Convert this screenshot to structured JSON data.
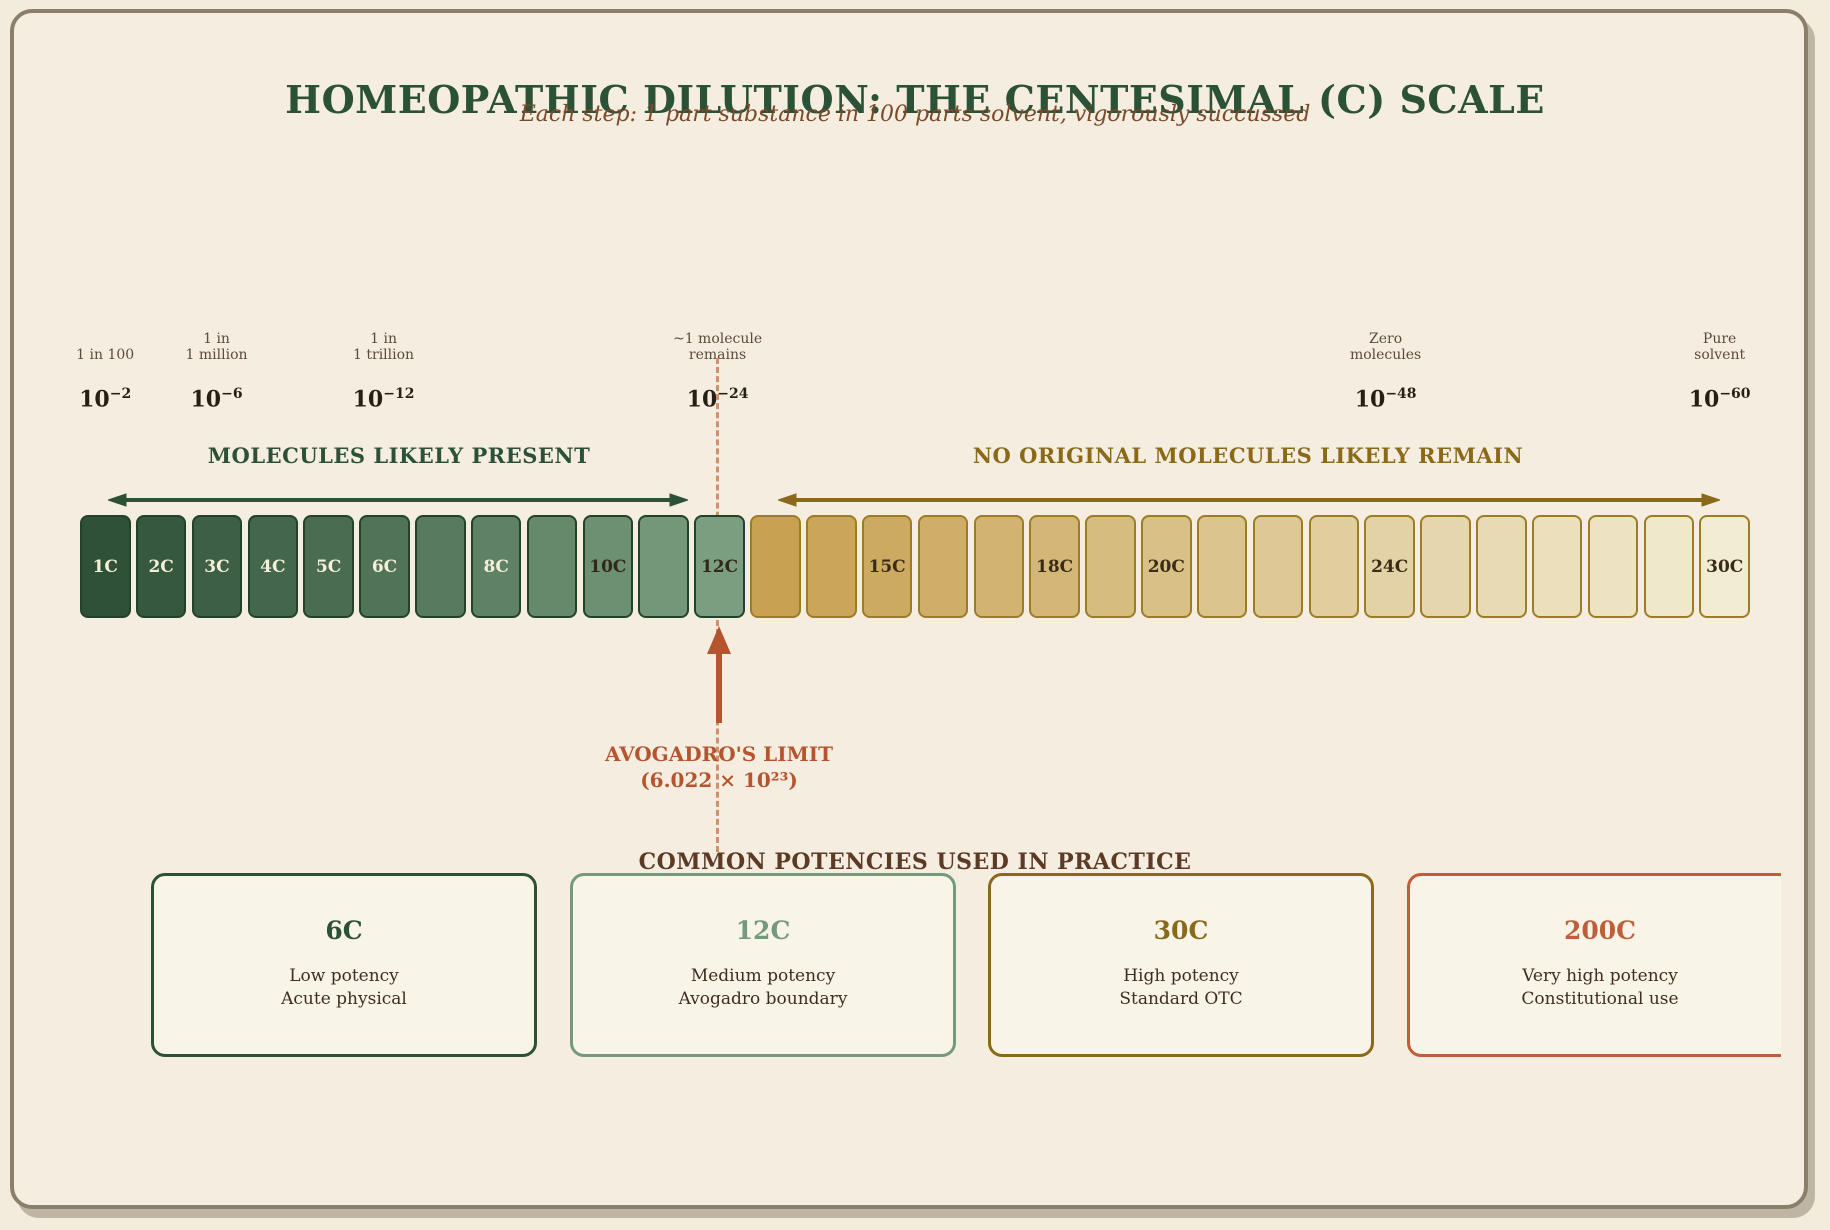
{
  "page": {
    "title": "HOMEOPATHIC DILUTION: THE CENTESIMAL (C) SCALE",
    "subtitle": "Each step: 1 part substance in 100 parts solvent, vigorously succussed"
  },
  "milestones": [
    {
      "box_index": 0,
      "lines": [
        "1 in 100"
      ],
      "base": "10",
      "exp": "−2"
    },
    {
      "box_index": 2,
      "lines": [
        "1 in",
        "1 million"
      ],
      "base": "10",
      "exp": "−6"
    },
    {
      "box_index": 5,
      "lines": [
        "1 in",
        "1 trillion"
      ],
      "base": "10",
      "exp": "−12"
    },
    {
      "box_index": 11,
      "lines": [
        "~1 molecule",
        "remains"
      ],
      "base": "10",
      "exp": "−24"
    },
    {
      "box_index": 23,
      "lines": [
        "Zero",
        "molecules"
      ],
      "base": "10",
      "exp": "−48"
    },
    {
      "box_index": 29,
      "lines": [
        "Pure",
        "solvent"
      ],
      "base": "10",
      "exp": "−60"
    }
  ],
  "regions": {
    "left": {
      "label": "MOLECULES LIKELY PRESENT",
      "color": "#2d5138"
    },
    "right": {
      "label": "NO ORIGINAL MOLECULES LIKELY REMAIN",
      "color": "#8a6a1a"
    }
  },
  "scale": {
    "boxes": [
      {
        "label": "1C",
        "bg": "#2e5138",
        "border": "#23422c",
        "text": "#f4eeda"
      },
      {
        "label": "2C",
        "bg": "#35583f",
        "border": "#23422c",
        "text": "#f4eeda"
      },
      {
        "label": "3C",
        "bg": "#3c5f45",
        "border": "#23422c",
        "text": "#f4eeda"
      },
      {
        "label": "4C",
        "bg": "#43664c",
        "border": "#23422c",
        "text": "#f4eeda"
      },
      {
        "label": "5C",
        "bg": "#4a6d52",
        "border": "#23422c",
        "text": "#f4eeda"
      },
      {
        "label": "6C",
        "bg": "#517459",
        "border": "#23422c",
        "text": "#f4eeda"
      },
      {
        "label": "",
        "bg": "#587b5f",
        "border": "#23422c",
        "text": "#f4eeda"
      },
      {
        "label": "8C",
        "bg": "#5f8266",
        "border": "#23422c",
        "text": "#f4eeda"
      },
      {
        "label": "",
        "bg": "#66896c",
        "border": "#23422c",
        "text": "#33261a"
      },
      {
        "label": "10C",
        "bg": "#6d9073",
        "border": "#23422c",
        "text": "#33261a"
      },
      {
        "label": "",
        "bg": "#749779",
        "border": "#23422c",
        "text": "#33261a"
      },
      {
        "label": "12C",
        "bg": "#7b9e80",
        "border": "#23422c",
        "text": "#33261a"
      },
      {
        "label": "",
        "bg": "#c8a153",
        "border": "#9c7c26",
        "text": "#3a2c17"
      },
      {
        "label": "",
        "bg": "#caa55a",
        "border": "#9c7c26",
        "text": "#3a2c17"
      },
      {
        "label": "15C",
        "bg": "#cdaa62",
        "border": "#9c7c26",
        "text": "#3a2c17"
      },
      {
        "label": "",
        "bg": "#cfae69",
        "border": "#9c7c26",
        "text": "#3a2c17"
      },
      {
        "label": "",
        "bg": "#d2b371",
        "border": "#9c7c26",
        "text": "#3a2c17"
      },
      {
        "label": "18C",
        "bg": "#d4b778",
        "border": "#9c7c26",
        "text": "#3a2c17"
      },
      {
        "label": "",
        "bg": "#d7bc80",
        "border": "#9c7c26",
        "text": "#3a2c17"
      },
      {
        "label": "20C",
        "bg": "#d9c087",
        "border": "#9c7c26",
        "text": "#3a2c17"
      },
      {
        "label": "",
        "bg": "#dcc48f",
        "border": "#9c7c26",
        "text": "#3a2c17"
      },
      {
        "label": "",
        "bg": "#dec996",
        "border": "#9c7c26",
        "text": "#3a2c17"
      },
      {
        "label": "",
        "bg": "#e1cd9e",
        "border": "#9c7c26",
        "text": "#3a2c17"
      },
      {
        "label": "24C",
        "bg": "#e3d2a5",
        "border": "#9c7c26",
        "text": "#3a2c17"
      },
      {
        "label": "",
        "bg": "#e6d6ad",
        "border": "#9c7c26",
        "text": "#3a2c17"
      },
      {
        "label": "",
        "bg": "#e8dab4",
        "border": "#9c7c26",
        "text": "#3a2c17"
      },
      {
        "label": "",
        "bg": "#ebdfbc",
        "border": "#9c7c26",
        "text": "#3a2c17"
      },
      {
        "label": "",
        "bg": "#ede3c3",
        "border": "#9c7c26",
        "text": "#3a2c17"
      },
      {
        "label": "",
        "bg": "#f0e8cb",
        "border": "#9c7c26",
        "text": "#3a2c17"
      },
      {
        "label": "30C",
        "bg": "#f2ecd2",
        "border": "#9c7c26",
        "text": "#3a2c17"
      }
    ]
  },
  "avogadro": {
    "line1": "AVOGADRO'S LIMIT",
    "line2": "(6.022 × 10²³)",
    "color": "#b4552f",
    "dash_color": "#d0906c"
  },
  "potencies": {
    "heading": "COMMON POTENCIES USED IN PRACTICE",
    "cards": [
      {
        "potency": "6C",
        "accent": "#2d5138",
        "lines": [
          "Low potency",
          "Acute physical"
        ]
      },
      {
        "potency": "12C",
        "accent": "#74997d",
        "lines": [
          "Medium potency",
          "Avogadro boundary"
        ]
      },
      {
        "potency": "30C",
        "accent": "#8a6a1a",
        "lines": [
          "High potency",
          "Standard OTC"
        ]
      },
      {
        "potency": "200C",
        "accent": "#bf5f3a",
        "lines": [
          "Very high potency",
          "Constitutional use"
        ]
      }
    ]
  }
}
